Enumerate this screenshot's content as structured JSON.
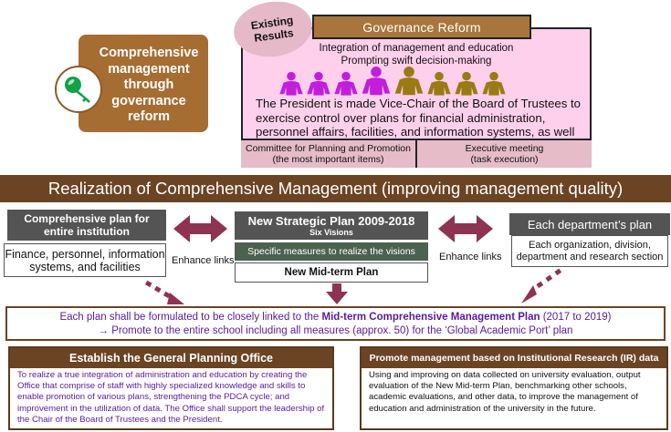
{
  "governance_card": {
    "title_lines": [
      "Comprehensive",
      "management",
      "through",
      "governance",
      "reform"
    ],
    "icon": "key-icon"
  },
  "existing_results": {
    "label_line1": "Existing",
    "label_line2": "Results"
  },
  "governance_reform": {
    "title": "Governance Reform",
    "subtitle_line1": "Integration of management and education",
    "subtitle_line2": "Prompting swift decision-making",
    "people_colors": [
      "#c21fdb",
      "#c21fdb",
      "#c21fdb",
      "#c21fdb",
      "#9a7a12",
      "#9a7a12",
      "#9a7a12",
      "#9a7a12"
    ],
    "body": "The President is made Vice-Chair of the Board of Trustees to exercise control over plans for financial administration, personnel affairs, facilities, and information systems, as well as education",
    "committee": {
      "line1": "Committee for Planning and Promotion",
      "line2": "(the most important items)"
    },
    "executive": {
      "line1": "Executive meeting",
      "line2": "(task execution)"
    }
  },
  "banner": {
    "title": "Realization of Comprehensive Management (improving management quality)"
  },
  "comprehensive_plan": {
    "head_line1": "Comprehensive plan for",
    "head_line2": "entire institution",
    "body_line1": "Finance, personnel, information",
    "body_line2": "systems, and facilities"
  },
  "strategic_plan": {
    "title": "New Strategic Plan 2009-2018",
    "subtitle": "Six Visions",
    "measures": "Specific measures to realize the visions",
    "midterm": "New Mid-term Plan"
  },
  "department_plan": {
    "head": "Each department’s plan",
    "body_line1": "Each organization, division,",
    "body_line2": "department and research section"
  },
  "links": {
    "left": "Enhance links",
    "right": "Enhance links"
  },
  "midterm_plan": {
    "line1_prefix": "Each plan shall be formulated to be closely linked to the ",
    "line1_bold": "Mid-term Comprehensive Management Plan",
    "line1_suffix": " (2017 to 2019)",
    "line2": "→ Promote to the entire school including all measures  (approx. 50) for the ‘Global Academic Port’ plan"
  },
  "planning_office": {
    "title": "Establish the General Planning Office",
    "text": "To realize a true integration of administration and education by creating the Office that comprise of staff with highly specialized knowledge and skills to enable promotion of various plans, strengthening the PDCA cycle; and improvement in the utilization of data. The Office shall support the leadership of the Chair of the Board of Trustees and the President."
  },
  "ir_data": {
    "title": "Promote management based on Institutional Research (IR) data",
    "text": "Using and improving on data collected on university evaluation, output evaluation of the New Mid-term Plan, benchmarking other schools, academic evaluations, and other data, to improve the management of education and administration of the university in the future."
  },
  "colors": {
    "brown": "#a66d33",
    "dark_brown": "#6b4424",
    "pink": "#ffd0ec",
    "arrow": "#8e3352",
    "purple_text": "#5a1a9c",
    "key_green": "#13a14a"
  }
}
